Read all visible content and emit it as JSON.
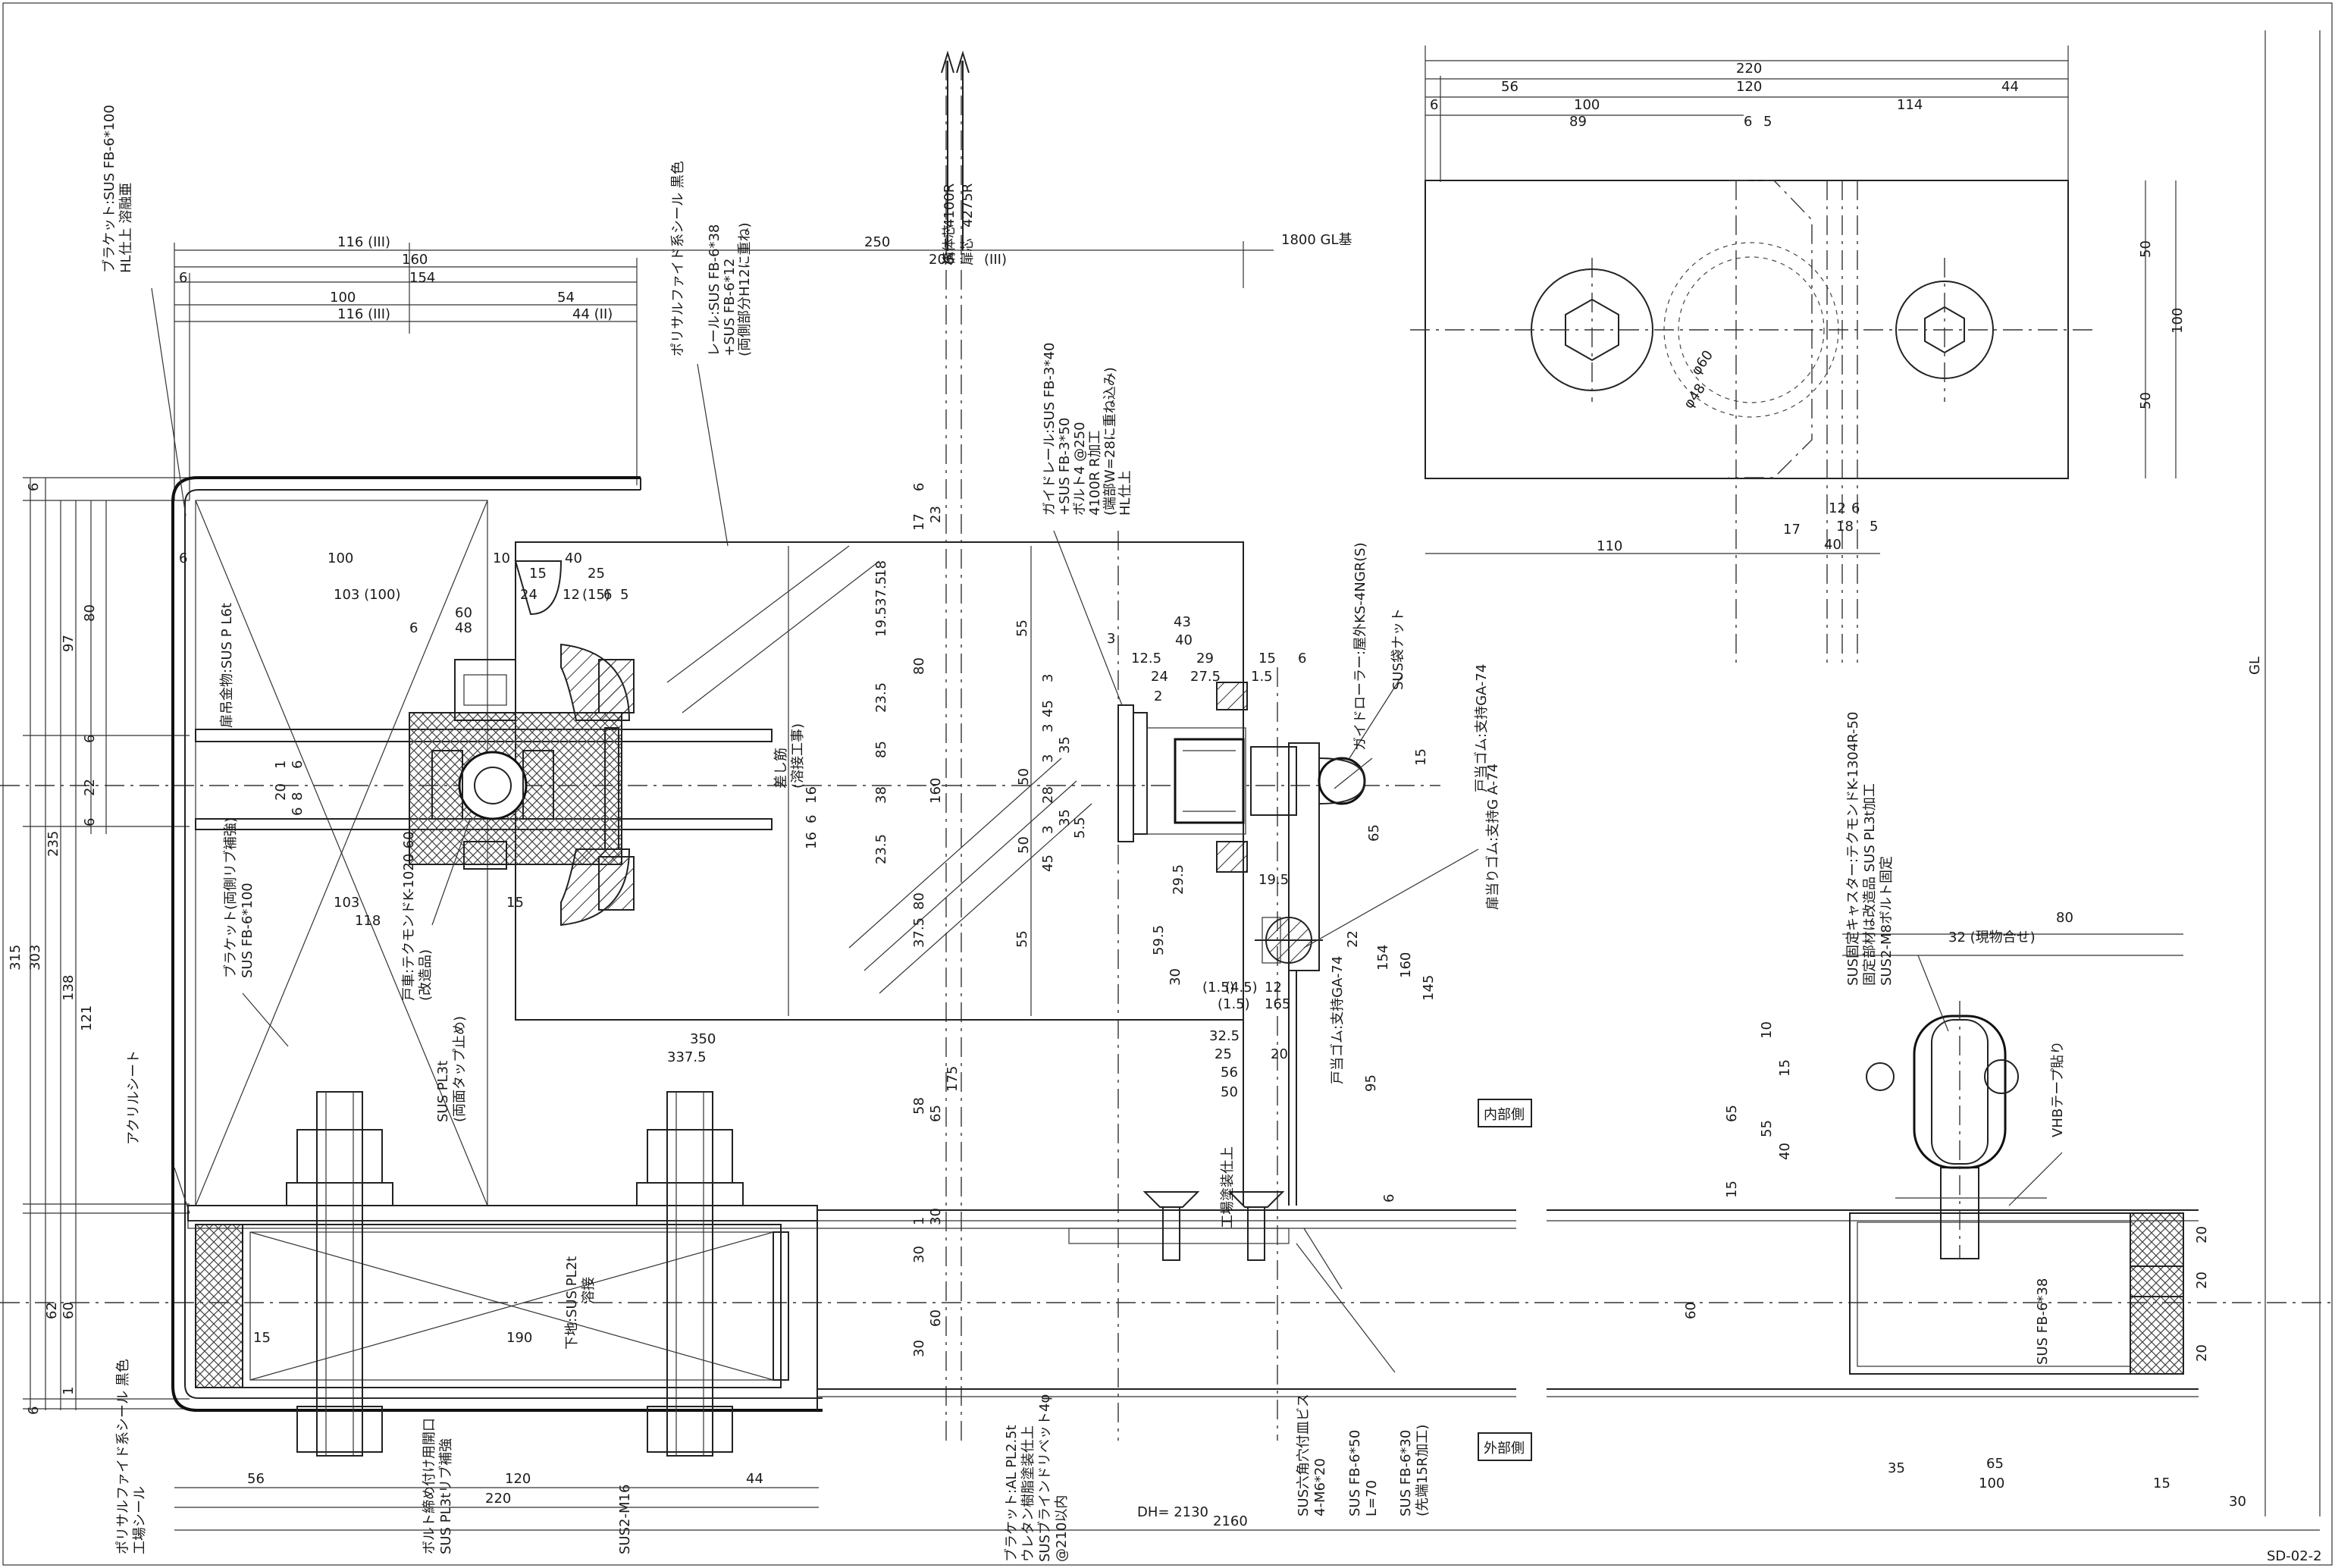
{
  "drawing": {
    "sheet_id": "SD-02-2",
    "grid_label": "GL",
    "side_labels": {
      "inside": "内部側",
      "outside": "外部側"
    },
    "radius_labels": [
      "4100R",
      "4275R"
    ],
    "radius_notes": [
      "構体芯",
      "扉芯"
    ],
    "gl_ref": "1800 GL基",
    "dh": "DH= 2130",
    "notes": {
      "bracket": [
        "ブラケット:SUS FB-6*100",
        "HL仕上 溶融亜"
      ],
      "poly_seal_top": "ポリサルファイド系シール 黒色",
      "rail": [
        "レール:SUS FB-6*38",
        "+SUS FB-6*12",
        "(両側部分H12に重ね)"
      ],
      "guide_rail": [
        "ガイドレール:SUS FB-3*40",
        "+SUS FB-3*50",
        "ボルト4 @250",
        "4100R R加工",
        "(端部W=28に重ね込み)",
        "HL仕上"
      ],
      "guide_roller": "ガイドローラー:屋外KS-4NGR(S)",
      "sus_nut": "SUS袋ナット",
      "door_bracket": "扉吊金物:SUS P L6t",
      "bracket_2": [
        "ブラケット(両側リブ補強)",
        "SUS FB-6*100"
      ],
      "hinge_block": [
        "扉当りゴム:支持G A-74"
      ],
      "rubber": "戸当ゴム:支持GA-74",
      "roller": [
        "戸車:テクモンドK-1020-60",
        "(改造品)"
      ],
      "pl3t": [
        "SUS PL3t",
        "(両面タップ止め)"
      ],
      "caster": [
        "SUS固定キャスター:テクモンドK-1304R-50",
        "固定部材は改造品 SUS PL3t加工",
        "SUS2-M8ボルト固定"
      ],
      "tape": "VHBテープ貼り",
      "fb_side": "SUS FB-6*38",
      "poly_seal_bottom": [
        "ポリサルファイド系シール 黒色",
        "工場シール"
      ],
      "bolt_plate": [
        "ボルト締め付け用開口",
        "SUS PL3tリブ補強"
      ],
      "bolt": "SUS2-M16",
      "bottom_plate": "下地:SUS PL2t",
      "plate_note": "溶接",
      "frame": [
        "ブラケット:AL PL2.5t",
        "ウレタン樹脂塗装仕上",
        "SUSブラインドリベット4φ",
        "@210以内"
      ],
      "screws": [
        "SUS六角穴付皿ビス",
        "4-M6*20"
      ],
      "fb650": [
        "SUS FB-6*50",
        "L=70"
      ],
      "fb630": [
        "SUS FB-6*30",
        "(先端15R加工)"
      ],
      "finish": "工場塗装仕上",
      "acrylic": "アクリルシート",
      "expansion": [
        "差し筋",
        "(溶接工事)"
      ]
    },
    "dimensions": {
      "top_row": [
        "116 (III)",
        "160",
        "250",
        "6",
        "154",
        "206",
        "(III)",
        "100",
        "54",
        "116 (III)",
        "44 (II)"
      ],
      "upper_small": [
        "10",
        "40",
        "15",
        "25",
        "24",
        "12",
        "(15)",
        "6",
        "5",
        "60",
        "6",
        "48",
        "103 (100)",
        "6",
        "100"
      ],
      "left_vert": [
        "6",
        "97",
        "80",
        "6",
        "235",
        "22",
        "6",
        "315",
        "303",
        "138",
        "121",
        "62",
        "60",
        "1",
        "6"
      ],
      "small_vert": [
        "1",
        "20",
        "6",
        "8",
        "6"
      ],
      "right_vert": [
        "17",
        "6",
        "23",
        "18",
        "37.5",
        "19.5",
        "80",
        "23.5",
        "85",
        "38",
        "160",
        "23.5",
        "80",
        "37.5",
        "55",
        "55"
      ],
      "mid": [
        "16",
        "6",
        "16"
      ],
      "roller_area": [
        "3",
        "43",
        "40",
        "12.5",
        "29",
        "27.5",
        "15",
        "6",
        "1.5",
        "24",
        "2"
      ],
      "roller_vert": [
        "3",
        "45",
        "3",
        "35",
        "3",
        "50",
        "28",
        "35",
        "3",
        "45",
        "5.5",
        "50"
      ],
      "lower_mid": [
        "29.5",
        "19.5",
        "59.5",
        "30",
        "(1.5)",
        "(4.5)",
        "12",
        "165",
        "(1.5)",
        "22",
        "154",
        "160",
        "145",
        "65",
        "15"
      ],
      "lower_block": [
        "350",
        "337.5",
        "32.5",
        "25",
        "20",
        "56",
        "50",
        "58",
        "65",
        "175",
        "95",
        "6"
      ],
      "lower_left": [
        "103",
        "118",
        "15"
      ],
      "base": [
        "30",
        "1",
        "30",
        "60",
        "30",
        "15",
        "190"
      ],
      "bottom_row": [
        "56",
        "120",
        "44",
        "220",
        "2160"
      ],
      "plan_top": [
        "220",
        "120",
        "6",
        "56",
        "100",
        "114",
        "44",
        "89",
        "6",
        "5"
      ],
      "plan_right": [
        "50",
        "100",
        "50"
      ],
      "plan_inner": [
        "φ60",
        "φ48"
      ],
      "plan_bottom": [
        "17",
        "12",
        "6",
        "18",
        "5",
        "40",
        "110"
      ],
      "caster_dims": [
        "32 (現物合せ)",
        "80",
        "10",
        "15",
        "65",
        "55",
        "40",
        "15"
      ],
      "caster_base": [
        "20",
        "20",
        "20",
        "60",
        "35",
        "65",
        "100",
        "15",
        "30"
      ]
    }
  }
}
